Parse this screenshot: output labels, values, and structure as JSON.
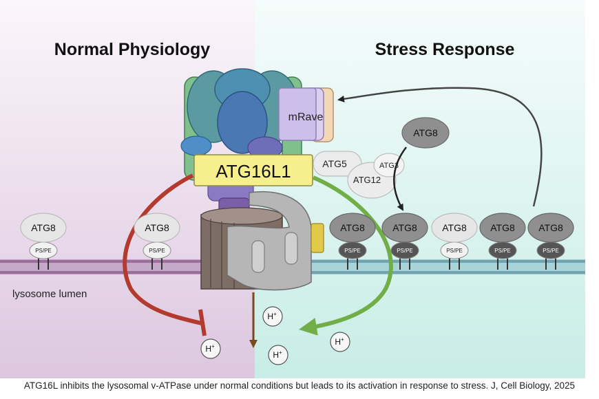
{
  "panels": {
    "left_title": "Normal Physiology",
    "right_title": "Stress Response"
  },
  "labels": {
    "lumen": "lysosome lumen",
    "mrave": "mRave",
    "atg16l1": "ATG16L1",
    "atg5": "ATG5",
    "atg12": "ATG12",
    "atg3": "ATG3",
    "atg8": "ATG8",
    "lipid": "PS/PE",
    "proton": "H",
    "proton_sup": "+"
  },
  "caption": "ATG16L inhibits the lysosomal v-ATPase under normal conditions but leads to its activation in response to stress. J, Cell Biology, 2025",
  "colors": {
    "left_bg": "#ead9ec",
    "right_bg": "#d6f3ee",
    "membrane_left": "#9a6d9b",
    "membrane_right": "#6fa3b0",
    "inhibit_arrow": "#b33a2e",
    "activate_arrow": "#72ae48",
    "atg16l1_box": "#f7ef8b",
    "mrave_box": "#c9b8e6",
    "atg8_dark": "#8f8f8f",
    "atg8_light": "#e6e6e6"
  }
}
